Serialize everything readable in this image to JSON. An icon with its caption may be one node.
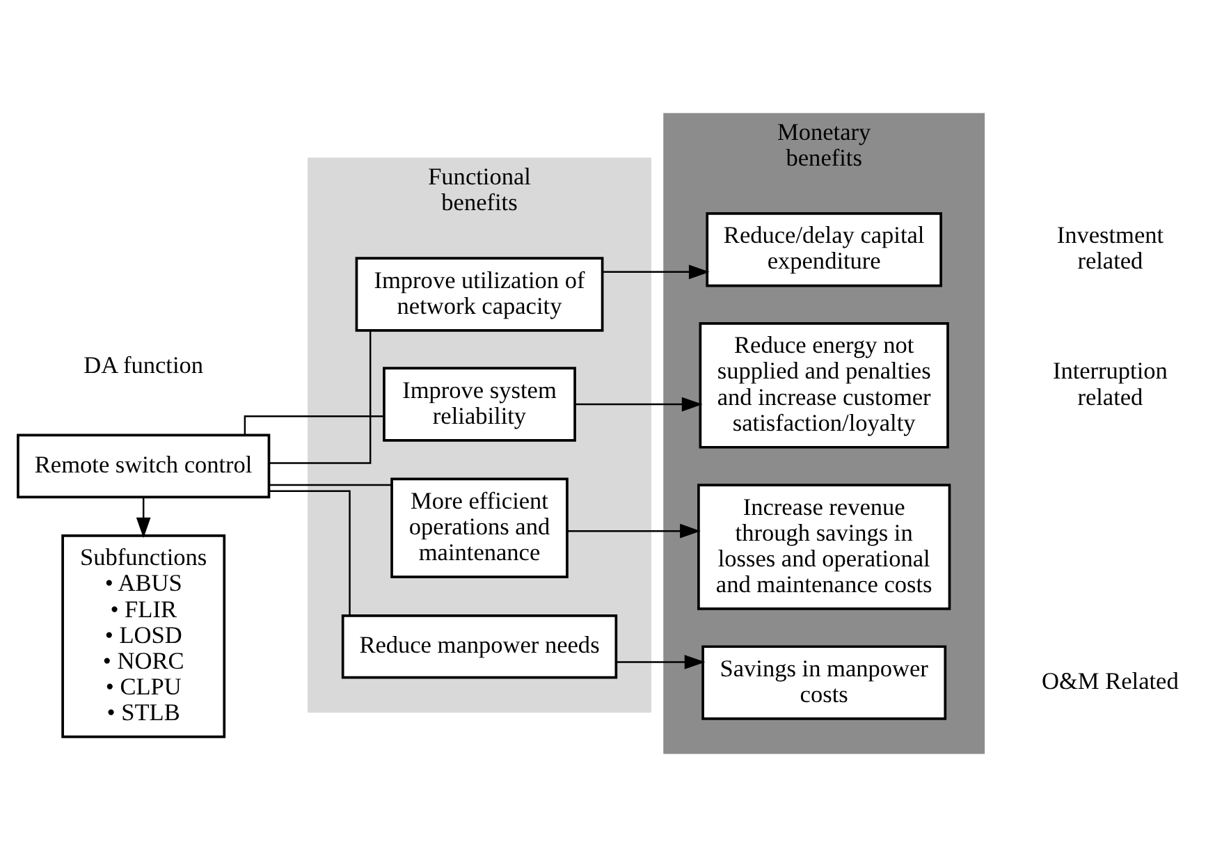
{
  "diagram": {
    "nodes": [
      {
        "text": [
          "Functional benefits"
        ]
      },
      {
        "text": [
          "Monetary benefits"
        ]
      },
      {
        "text": [
          "Remote switch control"
        ]
      },
      {
        "text": [
          "Subfunctions",
          "• ABUS",
          "• FLIR",
          "• LOSD",
          "• NORC",
          "• CLPU",
          "• STLB"
        ]
      },
      {
        "text": [
          "Improve utilization of network capacity"
        ],
        "in": 0
      },
      {
        "text": [
          "Improve system reliability"
        ],
        "in": 0
      },
      {
        "text": [
          "More efficient operations and maintenance"
        ],
        "in": 0
      },
      {
        "text": [
          "Reduce manpower needs"
        ],
        "in": 0
      },
      {
        "text": [
          "Reduce/delay capital expenditure"
        ],
        "in": 1
      },
      {
        "text": [
          "Reduce energy not supplied and penalties and increase customer satisfaction/loyalty"
        ],
        "in": 1
      },
      {
        "text": [
          "Increase revenue through savings in losses and operational and maintenance costs"
        ],
        "in": 1
      },
      {
        "text": [
          "Savings in manpower costs"
        ],
        "in": 1
      }
    ],
    "edges": [
      {
        "from": 2,
        "to": 3,
        "arrow": "to"
      },
      {
        "from": 2,
        "to": 4,
        "arrow": "none"
      },
      {
        "from": 2,
        "to": 5,
        "arrow": "none"
      },
      {
        "from": 2,
        "to": 6,
        "arrow": "none"
      },
      {
        "from": 2,
        "to": 7,
        "arrow": "none"
      },
      {
        "from": 4,
        "to": 8,
        "arrow": "to"
      },
      {
        "from": 5,
        "to": 9,
        "arrow": "to"
      },
      {
        "from": 6,
        "to": 10,
        "arrow": "to"
      },
      {
        "from": 7,
        "to": 11,
        "arrow": "to"
      }
    ],
    "labels": [
      "DA function",
      "Investment related",
      "Interruption related",
      "O&M Related"
    ]
  }
}
